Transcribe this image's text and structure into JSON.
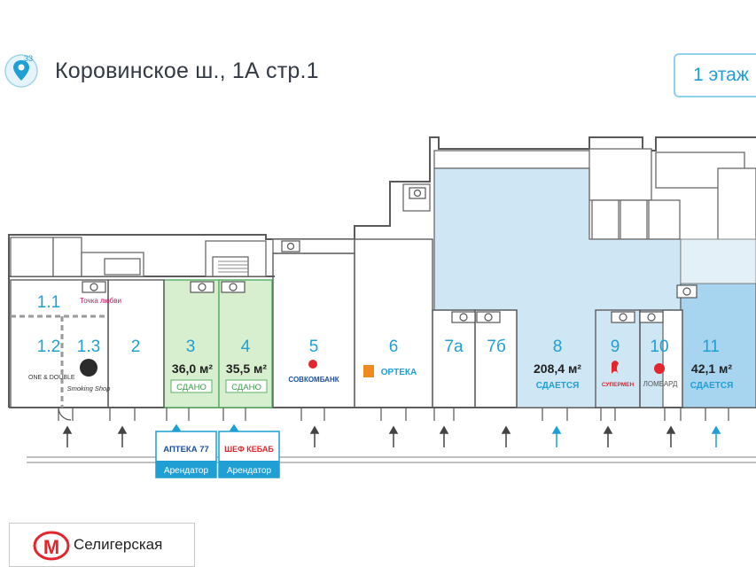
{
  "header": {
    "address": "Коровинское ш., 1А стр.1",
    "pin_badge": "33",
    "floor_button": "1 этаж"
  },
  "units": [
    {
      "id": "u1_1",
      "number": "1.1",
      "status": "occupied",
      "tenant": "Точка любви"
    },
    {
      "id": "u1_2",
      "number": "1.2",
      "status": "occupied",
      "tenant": "ONE & DOUBLE"
    },
    {
      "id": "u1_3",
      "number": "1.3",
      "status": "occupied",
      "tenant": "Smoking Shop"
    },
    {
      "id": "u2",
      "number": "2",
      "status": "occupied"
    },
    {
      "id": "u3",
      "number": "3",
      "status": "leased",
      "area": "36,0 м²",
      "badge": "СДАНО"
    },
    {
      "id": "u4",
      "number": "4",
      "status": "leased",
      "area": "35,5 м²",
      "badge": "СДАНО"
    },
    {
      "id": "u5",
      "number": "5",
      "status": "occupied",
      "tenant": "СОВКОМБАНК"
    },
    {
      "id": "u6",
      "number": "6",
      "status": "occupied",
      "tenant": "ОРТЕКА"
    },
    {
      "id": "u7a",
      "number": "7а",
      "status": "occupied"
    },
    {
      "id": "u7b",
      "number": "7б",
      "status": "occupied"
    },
    {
      "id": "u8",
      "number": "8",
      "status": "for-rent",
      "area": "208,4 м²",
      "badge": "СДАЕТСЯ"
    },
    {
      "id": "u9",
      "number": "9",
      "status": "occupied",
      "tenant": "СУПЕРМЕН"
    },
    {
      "id": "u10",
      "number": "10",
      "status": "occupied",
      "tenant": "ЛОМБАРД"
    },
    {
      "id": "u11",
      "number": "11",
      "status": "for-rent",
      "area": "42,1 м²",
      "badge": "СДАЕТСЯ"
    }
  ],
  "tenant_cards": [
    {
      "brand": "АПТЕКА 77",
      "role": "Арендатор"
    },
    {
      "brand": "ШЕФ КЕБАБ",
      "role": "Арендатор"
    }
  ],
  "metro": {
    "icon_letter": "М",
    "station": "Селигерская"
  },
  "colors": {
    "for_rent_fill": "#cfe6f5",
    "for_rent_strong": "#a7d5f0",
    "leased_fill": "#d7efcf",
    "leased_stroke": "#5fb26a",
    "accent": "#1f9fd4",
    "wall": "#555555",
    "metro_red": "#e3262d"
  }
}
